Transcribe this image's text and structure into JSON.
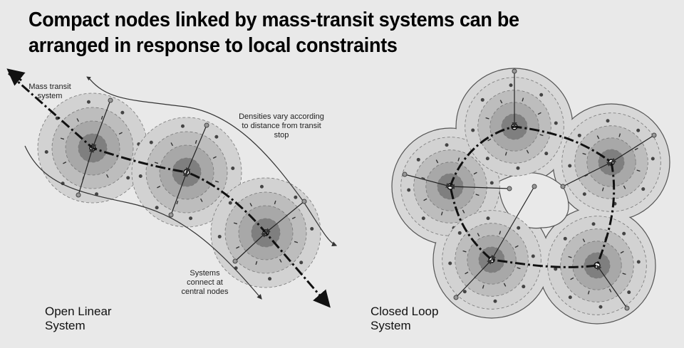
{
  "title_line1": "Compact nodes linked by mass-transit systems can be",
  "title_line2": "arranged in response to local constraints",
  "labels": {
    "mass_transit": "Mass transit system",
    "densities": "Densities vary according to distance from transit stop",
    "systems_connect": "Systems connect at central nodes"
  },
  "systems": {
    "open_line1": "Open Linear",
    "open_line2": "System",
    "closed_line1": "Closed Loop",
    "closed_line2": "System"
  },
  "colors": {
    "background": "#e9e9e9",
    "ring1": "#d2d2d2",
    "ring2": "#bdbdbd",
    "ring3": "#a8a8a8",
    "core": "#7f7f7f",
    "line": "#111111"
  }
}
